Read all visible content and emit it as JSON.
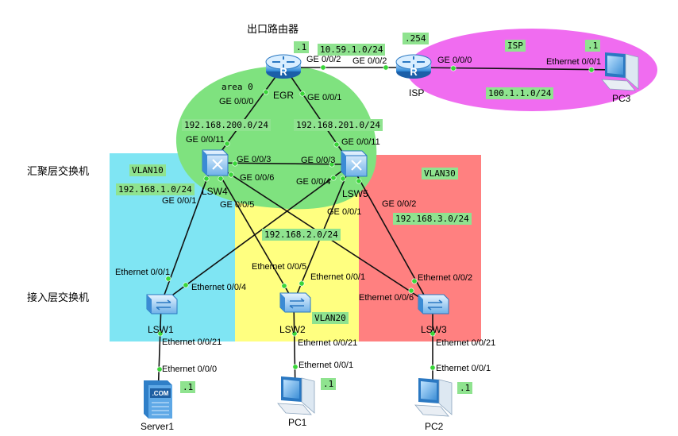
{
  "titles": {
    "exit_router": "出口路由器",
    "aggregation": "汇聚层交换机",
    "access": "接入层交换机"
  },
  "areas": {
    "ospf": "area 0",
    "isp": "ISP",
    "vlan10": "VLAN10",
    "vlan20": "VLAN20",
    "vlan30": "VLAN30"
  },
  "subnets": {
    "egr_isp": "10.59.1.0/24",
    "isp_pc3": "100.1.1.0/24",
    "egr_lsw4": "192.168.200.0/24",
    "egr_lsw5": "192.168.201.0/24",
    "vlan10": "192.168.1.0/24",
    "vlan20": "192.168.2.0/24",
    "vlan30": "192.168.3.0/24"
  },
  "hosts": {
    "egr": ".1",
    "isp": ".254",
    "pc3": ".1",
    "server1": ".1",
    "pc1": ".1",
    "pc2": ".1"
  },
  "devices": {
    "egr": "EGR",
    "isp": "ISP",
    "pc3": "PC3",
    "lsw4": "LSW4",
    "lsw5": "LSW5",
    "lsw1": "LSW1",
    "lsw2": "LSW2",
    "lsw3": "LSW3",
    "server1": "Server1",
    "pc1": "PC1",
    "pc2": "PC2"
  },
  "ports": {
    "egr_g002": "GE 0/0/2",
    "isp_g002": "GE 0/0/2",
    "isp_g000": "GE 0/0/0",
    "pc3_e001": "Ethernet 0/0/1",
    "egr_g000": "GE 0/0/0",
    "egr_g001": "GE 0/0/1",
    "lsw4_g0011": "GE 0/0/11",
    "lsw5_g0011": "GE 0/0/11",
    "lsw4_g003": "GE 0/0/3",
    "lsw5_g003": "GE 0/0/3",
    "lsw4_g006": "GE 0/0/6",
    "lsw5_g004": "GE 0/0/4",
    "lsw4_g001": "GE 0/0/1",
    "lsw4_g005": "GE 0/0/5",
    "lsw5_g001": "GE 0/0/1",
    "lsw5_g002": "GE 0/0/2",
    "lsw1_e001": "Ethernet 0/0/1",
    "lsw1_e004": "Ethernet 0/0/4",
    "lsw2_e005": "Ethernet 0/0/5",
    "lsw2_e001": "Ethernet 0/0/1",
    "lsw3_e002": "Ethernet 0/0/2",
    "lsw3_e006": "Ethernet 0/0/6",
    "lsw1_e0021": "Ethernet 0/0/21",
    "lsw2_e0021": "Ethernet 0/0/21",
    "lsw3_e0021": "Ethernet 0/0/21",
    "server1_e000": "Ethernet 0/0/0",
    "pc1_e001": "Ethernet 0/0/1",
    "pc2_e001": "Ethernet 0/0/1"
  },
  "icons": {
    "server_badge": ".COM"
  },
  "colors": {
    "area0": "#7fe27f",
    "isp": "#f06cf0",
    "vlan10": "#7fe5f3",
    "vlan20": "#ffff80",
    "vlan30": "#ff8080",
    "tag": "#8fe38f",
    "port_dot": "#39d639"
  }
}
